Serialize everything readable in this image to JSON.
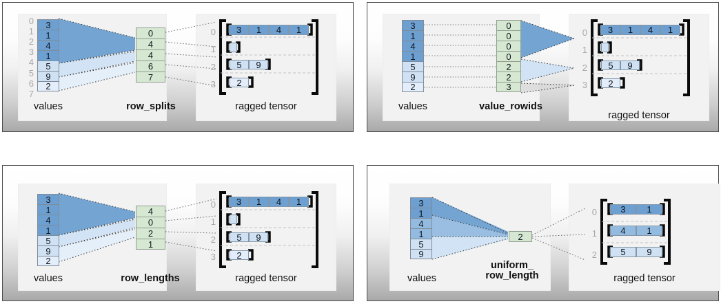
{
  "figure": {
    "title": "RaggedTensor encodings",
    "type": "diagram",
    "colors": {
      "row_group_0": "#6d9fd0",
      "row_group_1": "#93bbdf",
      "row_group_2": "#cfe1f3",
      "row_group_3": "#e3eefa",
      "partition_cell": "#d6e8d2",
      "panel_border": "#4a4a4a",
      "card_bg": "#f2f2f2",
      "index_label": "#a8a8a8",
      "fan_dark": "#6d9fd0",
      "bracket": "#0a0a0a"
    },
    "labels": {
      "values": "values",
      "ragged_tensor": "ragged tensor"
    }
  },
  "panels": [
    {
      "id": "row_splits",
      "encoding_label": "row_splits",
      "values_label": "values",
      "ragged_label": "ragged tensor",
      "values": [
        "3",
        "1",
        "4",
        "1",
        "5",
        "9",
        "2"
      ],
      "value_groups": [
        0,
        0,
        0,
        0,
        2,
        2,
        3
      ],
      "value_index_labels": [
        "0",
        "1",
        "2",
        "3",
        "4",
        "5",
        "6",
        "7"
      ],
      "encoding_values": [
        "0",
        "4",
        "4",
        "6",
        "7"
      ],
      "ragged_rows": [
        {
          "index": "0",
          "cells": [
            "3",
            "1",
            "4",
            "1"
          ],
          "shade": 0
        },
        {
          "index": "1",
          "cells": [],
          "shade": 1
        },
        {
          "index": "2",
          "cells": [
            "5",
            "9"
          ],
          "shade": 2
        },
        {
          "index": "3",
          "cells": [
            "2"
          ],
          "shade": 3
        }
      ]
    },
    {
      "id": "value_rowids",
      "encoding_label": "value_rowids",
      "values_label": "values",
      "ragged_label": "ragged tensor",
      "values": [
        "3",
        "1",
        "4",
        "1",
        "5",
        "9",
        "2"
      ],
      "value_groups": [
        0,
        0,
        0,
        0,
        2,
        2,
        3
      ],
      "encoding_values": [
        "0",
        "0",
        "0",
        "0",
        "2",
        "2",
        "3"
      ],
      "ragged_rows": [
        {
          "index": "0",
          "cells": [
            "3",
            "1",
            "4",
            "1"
          ],
          "shade": 0
        },
        {
          "index": "1",
          "cells": [],
          "shade": 1
        },
        {
          "index": "2",
          "cells": [
            "5",
            "9"
          ],
          "shade": 2
        },
        {
          "index": "3",
          "cells": [
            "2"
          ],
          "shade": 3
        }
      ]
    },
    {
      "id": "row_lengths",
      "encoding_label": "row_lengths",
      "values_label": "values",
      "ragged_label": "ragged tensor",
      "values": [
        "3",
        "1",
        "4",
        "1",
        "5",
        "9",
        "2"
      ],
      "value_groups": [
        0,
        0,
        0,
        0,
        2,
        2,
        3
      ],
      "encoding_values": [
        "4",
        "0",
        "2",
        "1"
      ],
      "ragged_rows": [
        {
          "index": "0",
          "cells": [
            "3",
            "1",
            "4",
            "1"
          ],
          "shade": 0
        },
        {
          "index": "1",
          "cells": [],
          "shade": 1
        },
        {
          "index": "2",
          "cells": [
            "5",
            "9"
          ],
          "shade": 2
        },
        {
          "index": "3",
          "cells": [
            "2"
          ],
          "shade": 3
        }
      ]
    },
    {
      "id": "uniform_row_length",
      "encoding_label": "uniform_\nrow_length",
      "values_label": "values",
      "ragged_label": "ragged tensor",
      "values": [
        "3",
        "1",
        "4",
        "1",
        "5",
        "9"
      ],
      "value_groups": [
        0,
        0,
        1,
        1,
        2,
        2
      ],
      "encoding_values": [
        "2"
      ],
      "ragged_rows": [
        {
          "index": "0",
          "cells": [
            "3",
            "1"
          ],
          "shade": 0
        },
        {
          "index": "1",
          "cells": [
            "4",
            "1"
          ],
          "shade": 1
        },
        {
          "index": "2",
          "cells": [
            "5",
            "9"
          ],
          "shade": 2
        }
      ]
    }
  ]
}
